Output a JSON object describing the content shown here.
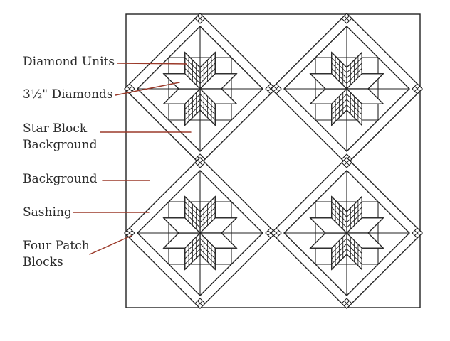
{
  "labels": {
    "diamond_units": "Diamond Units",
    "diamonds": "3½\" Diamonds",
    "star_block_line1": "Star Block",
    "star_block_line2": "Background",
    "background": "Background",
    "sashing": "Sashing",
    "four_patch_line1": "Four Patch",
    "four_patch_line2": "Blocks"
  },
  "colors": {
    "outline": "#222222",
    "leader": "#9b3a2a",
    "text": "#2b2b2b"
  }
}
